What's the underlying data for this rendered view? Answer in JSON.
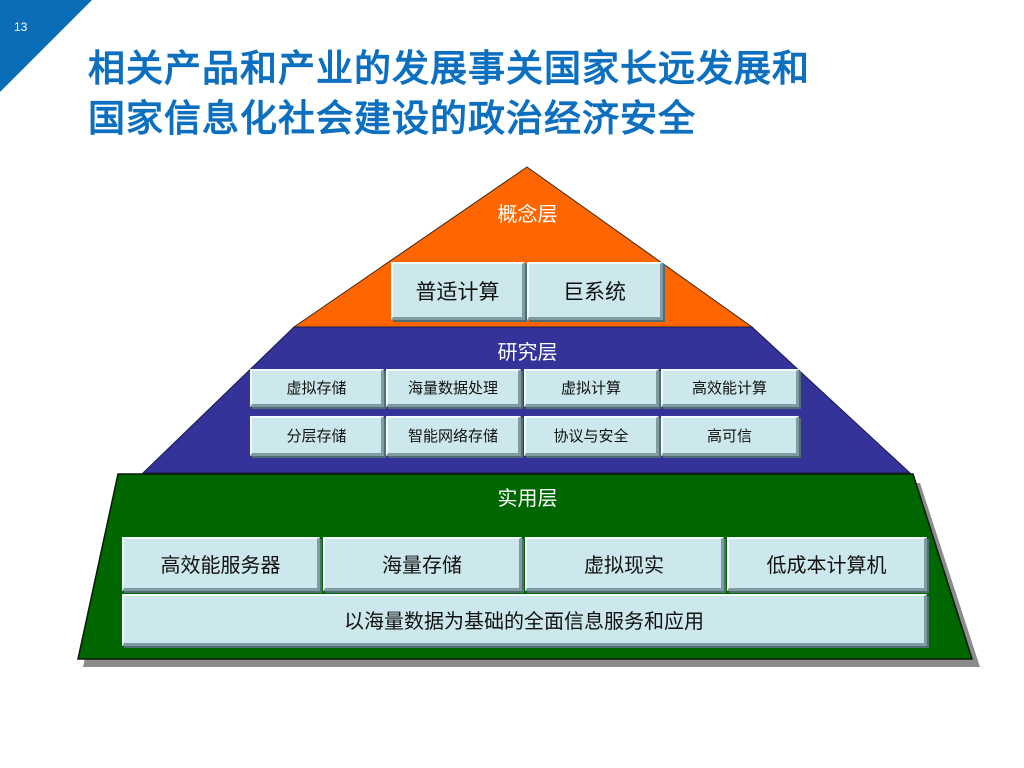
{
  "slide": {
    "page_number": "13",
    "title_line1": "相关产品和产业的发展事关国家长远发展和",
    "title_line2": "国家信息化社会建设的政治经济安全"
  },
  "colors": {
    "corner": "#0b6db5",
    "title": "#0d6fbf",
    "concept_layer": "#ff6600",
    "research_layer": "#33339a",
    "practical_layer": "#006600",
    "box_fill": "#cce8ec"
  },
  "pyramid": {
    "concept": {
      "label": "概念层",
      "items": [
        "普适计算",
        "巨系统"
      ]
    },
    "research": {
      "label": "研究层",
      "row1": [
        "虚拟存储",
        "海量数据处理",
        "虚拟计算",
        "高效能计算"
      ],
      "row2": [
        "分层存储",
        "智能网络存储",
        "协议与安全",
        "高可信"
      ]
    },
    "practical": {
      "label": "实用层",
      "row1": [
        "高效能服务器",
        "海量存储",
        "虚拟现实",
        "低成本计算机"
      ],
      "wide": "以海量数据为基础的全面信息服务和应用"
    }
  }
}
